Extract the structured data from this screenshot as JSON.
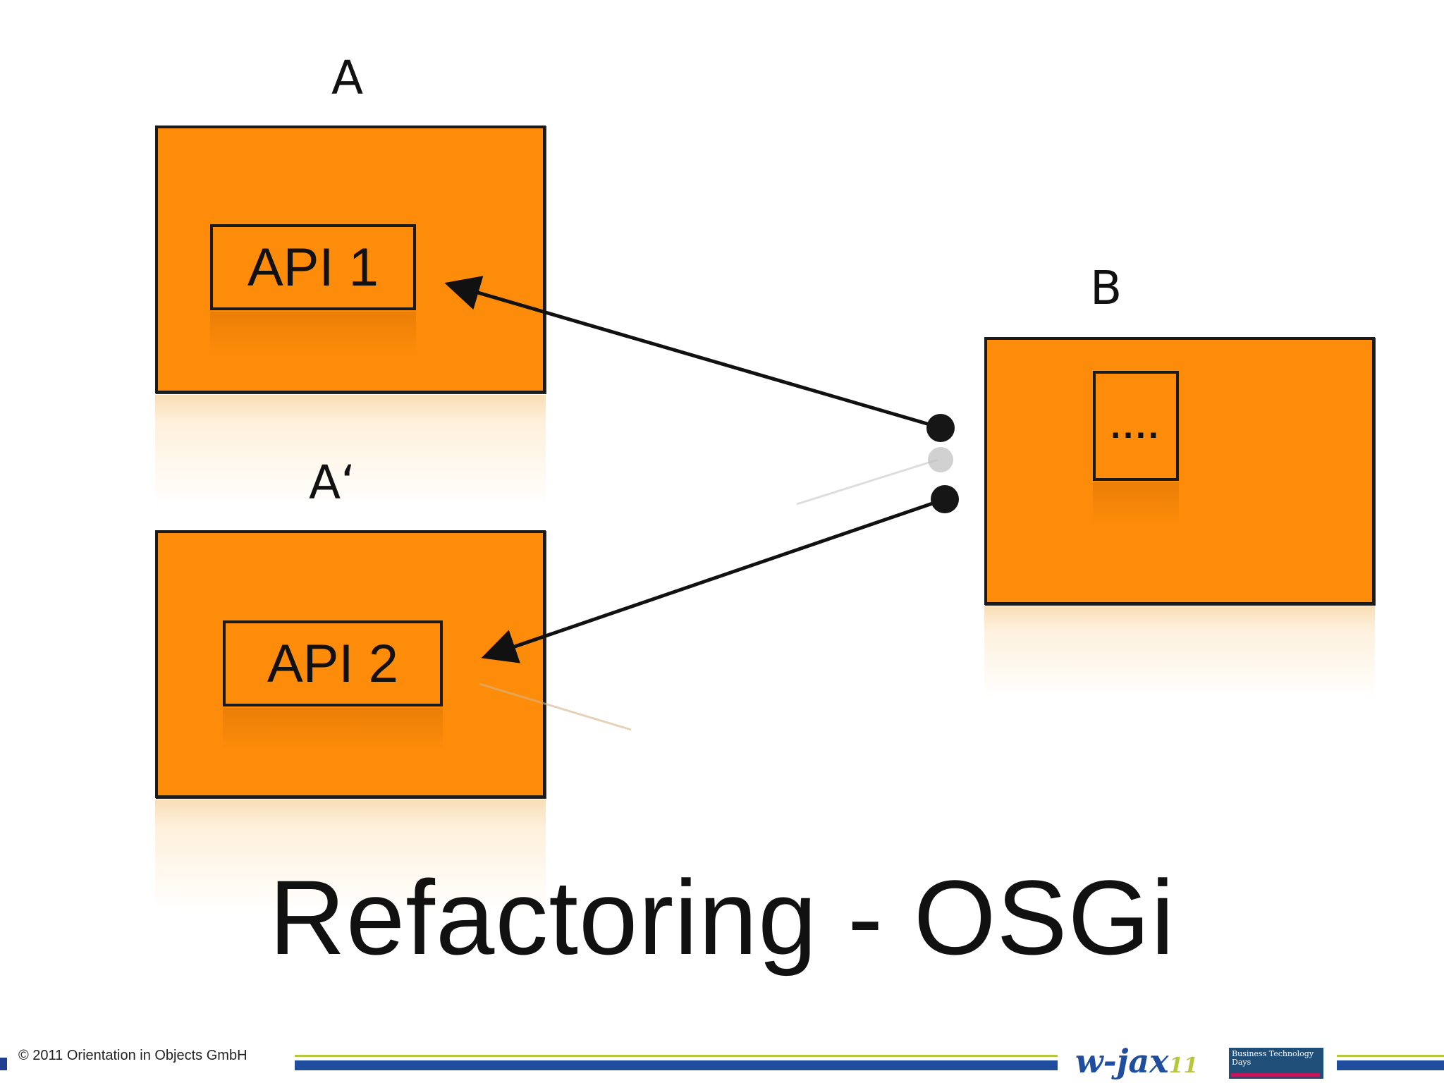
{
  "diagram": {
    "bundle_a": {
      "label": "A",
      "api_label": "API 1"
    },
    "bundle_a_prime": {
      "label": "A‘",
      "api_label": "API 2"
    },
    "bundle_b": {
      "label": "B",
      "inner_label": "...."
    },
    "colors": {
      "box_fill": "#fd8c0a",
      "outline": "#1a1a1a"
    }
  },
  "title": "Refactoring - OSGi",
  "footer": {
    "copyright": "© 2011 Orientation in Objects GmbH",
    "logo_wjax": "w-jax",
    "logo_wjax_number": "11",
    "logo_btd": "Business Technology Days"
  }
}
